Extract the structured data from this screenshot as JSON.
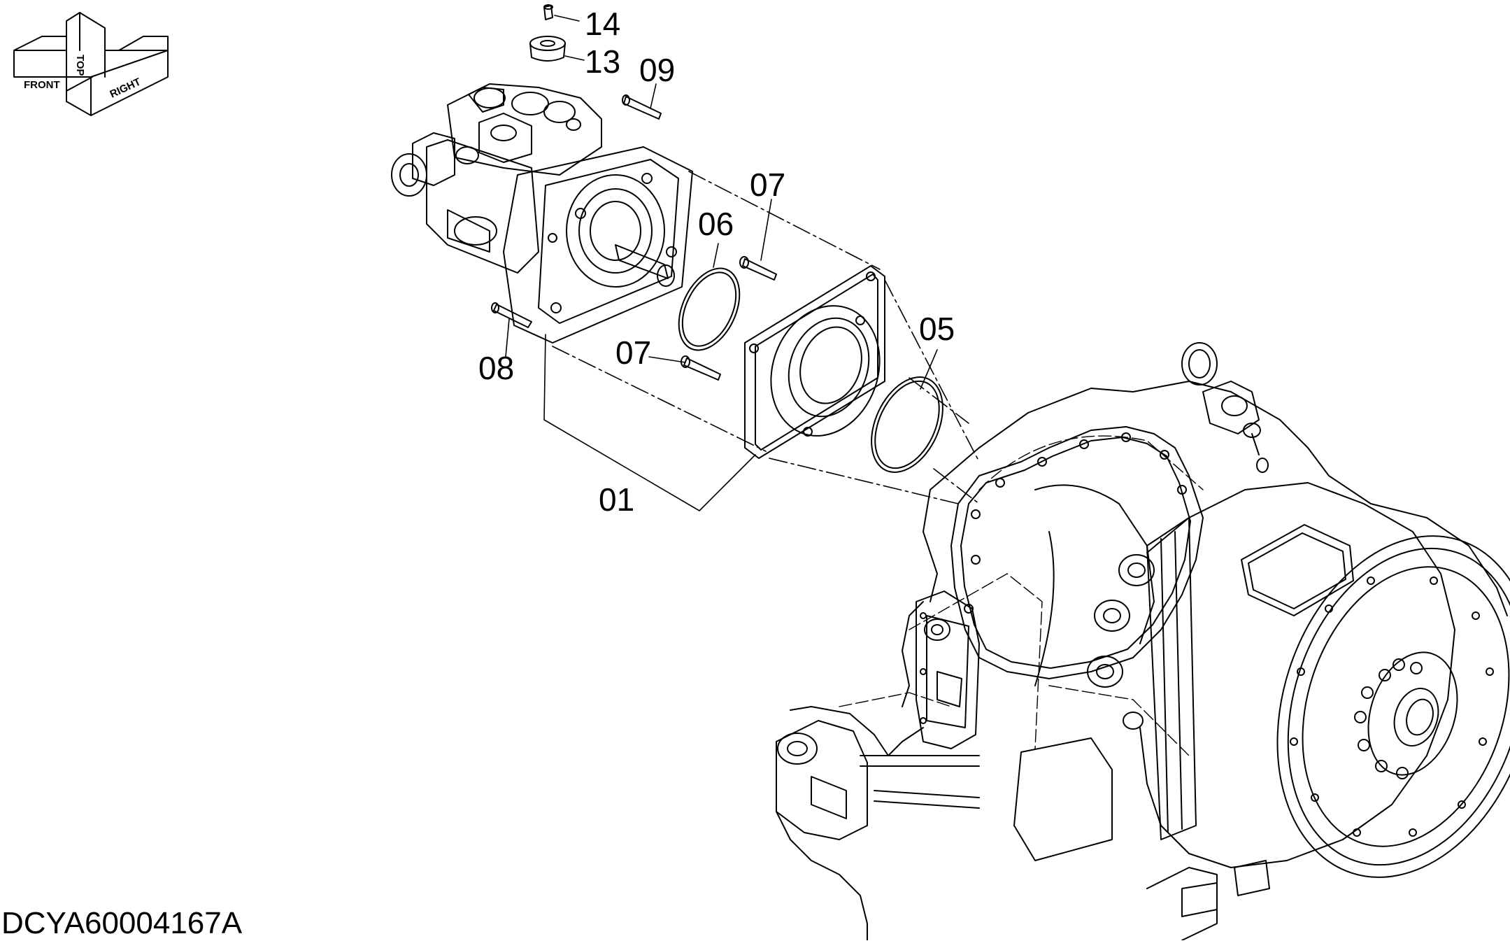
{
  "orientation": {
    "front": "FRONT",
    "top": "TOP",
    "right": "RIGHT"
  },
  "callouts": [
    "14",
    "13",
    "09",
    "07",
    "06",
    "05",
    "07",
    "08",
    "01"
  ],
  "drawing_code": "DCYA60004167A"
}
